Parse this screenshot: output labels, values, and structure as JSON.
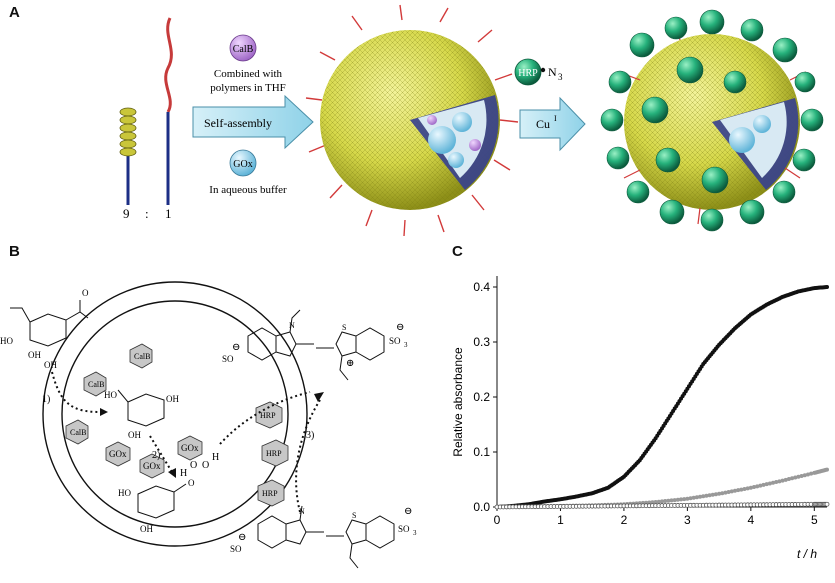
{
  "panels": {
    "a": "A",
    "b": "B",
    "c": "C"
  },
  "panel_a": {
    "ratio_left": "9",
    "ratio_sep": ":",
    "ratio_right": "1",
    "calb": "CalB",
    "combined_line1": "Combined with",
    "combined_line2": "polymers in THF",
    "self_assembly": "Self-assembly",
    "gox": "GOx",
    "aqueous": "In aqueous buffer",
    "hrp": "HRP",
    "azide": "N",
    "azide_sub": "3",
    "cu": "Cu",
    "cu_sup": "I"
  },
  "panel_b": {
    "step1": "1)",
    "step2": "2)",
    "step3": "3)",
    "calb": "CalB",
    "hrp": "HRP",
    "gox": "GOx",
    "sulfonate": "SO",
    "sulfonate_sub": "3",
    "oh": "OH",
    "ho": "HO",
    "h": "H",
    "o": "O",
    "n": "N",
    "s": "S",
    "minus": "⊖",
    "plus": "⊕"
  },
  "chart_data": {
    "type": "scatter",
    "xlabel": "t / h",
    "ylabel": "Relative absorbance",
    "xlim": [
      0,
      5.2
    ],
    "ylim": [
      0,
      0.42
    ],
    "x_ticks": [
      "0",
      "1",
      "2",
      "3",
      "4",
      "5"
    ],
    "y_ticks": [
      "0.0",
      "0.1",
      "0.2",
      "0.3",
      "0.4"
    ],
    "series": [
      {
        "color": "#111111",
        "marker": "filled-circle",
        "x": [
          0,
          0.25,
          0.5,
          0.75,
          1.0,
          1.25,
          1.5,
          1.75,
          2.0,
          2.25,
          2.5,
          2.75,
          3.0,
          3.25,
          3.5,
          3.75,
          4.0,
          4.25,
          4.5,
          4.75,
          5.0,
          5.2
        ],
        "y": [
          0.0,
          0.002,
          0.005,
          0.01,
          0.014,
          0.019,
          0.025,
          0.035,
          0.055,
          0.085,
          0.125,
          0.17,
          0.215,
          0.26,
          0.295,
          0.325,
          0.35,
          0.368,
          0.382,
          0.392,
          0.398,
          0.4
        ]
      },
      {
        "color": "#999999",
        "marker": "filled-circle",
        "x": [
          0,
          0.5,
          1.0,
          1.5,
          2.0,
          2.5,
          3.0,
          3.5,
          4.0,
          4.5,
          5.0,
          5.2
        ],
        "y": [
          0.0,
          0.001,
          0.002,
          0.003,
          0.005,
          0.009,
          0.015,
          0.024,
          0.035,
          0.048,
          0.062,
          0.068
        ]
      },
      {
        "color": "#555555",
        "marker": "open-circle",
        "x": [
          0,
          0.5,
          1.0,
          1.5,
          2.0,
          2.5,
          3.0,
          3.5,
          4.0,
          4.5,
          5.0,
          5.2
        ],
        "y": [
          0.0,
          0.0005,
          0.001,
          0.0015,
          0.002,
          0.0025,
          0.003,
          0.0035,
          0.004,
          0.0045,
          0.005,
          0.005
        ]
      }
    ]
  }
}
